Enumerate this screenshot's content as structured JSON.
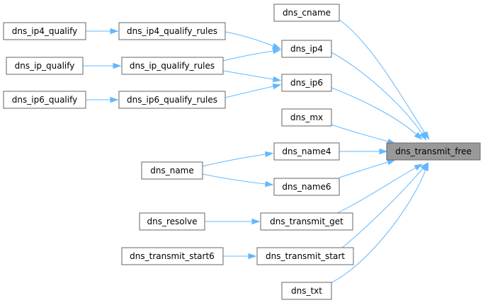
{
  "diagram": {
    "root": "dns_transmit_free",
    "nodes": {
      "dns_transmit_free": "dns_transmit_free",
      "dns_cname": "dns_cname",
      "dns_ip4": "dns_ip4",
      "dns_ip6": "dns_ip6",
      "dns_mx": "dns_mx",
      "dns_name4": "dns_name4",
      "dns_name6": "dns_name6",
      "dns_transmit_get": "dns_transmit_get",
      "dns_transmit_start": "dns_transmit_start",
      "dns_txt": "dns_txt",
      "dns_ip4_qualify_rules": "dns_ip4_qualify_rules",
      "dns_ip_qualify_rules": "dns_ip_qualify_rules",
      "dns_ip6_qualify_rules": "dns_ip6_qualify_rules",
      "dns_name": "dns_name",
      "dns_resolve": "dns_resolve",
      "dns_transmit_start6": "dns_transmit_start6",
      "dns_ip4_qualify": "dns_ip4_qualify",
      "dns_ip_qualify": "dns_ip_qualify",
      "dns_ip6_qualify": "dns_ip6_qualify"
    },
    "edges": [
      [
        "dns_cname",
        "dns_transmit_free"
      ],
      [
        "dns_ip4",
        "dns_transmit_free"
      ],
      [
        "dns_ip6",
        "dns_transmit_free"
      ],
      [
        "dns_mx",
        "dns_transmit_free"
      ],
      [
        "dns_name4",
        "dns_transmit_free"
      ],
      [
        "dns_name6",
        "dns_transmit_free"
      ],
      [
        "dns_transmit_get",
        "dns_transmit_free"
      ],
      [
        "dns_transmit_start",
        "dns_transmit_free"
      ],
      [
        "dns_txt",
        "dns_transmit_free"
      ],
      [
        "dns_ip4_qualify_rules",
        "dns_ip4"
      ],
      [
        "dns_ip_qualify_rules",
        "dns_ip4"
      ],
      [
        "dns_ip_qualify_rules",
        "dns_ip6"
      ],
      [
        "dns_ip6_qualify_rules",
        "dns_ip6"
      ],
      [
        "dns_name",
        "dns_name4"
      ],
      [
        "dns_name",
        "dns_name6"
      ],
      [
        "dns_resolve",
        "dns_transmit_get"
      ],
      [
        "dns_transmit_start6",
        "dns_transmit_start"
      ],
      [
        "dns_ip4_qualify",
        "dns_ip4_qualify_rules"
      ],
      [
        "dns_ip_qualify",
        "dns_ip_qualify_rules"
      ],
      [
        "dns_ip6_qualify",
        "dns_ip6_qualify_rules"
      ]
    ],
    "colors": {
      "edge": "#63b8ff",
      "node_border": "#666666",
      "root_fill": "#999999",
      "node_fill": "#ffffff"
    }
  }
}
